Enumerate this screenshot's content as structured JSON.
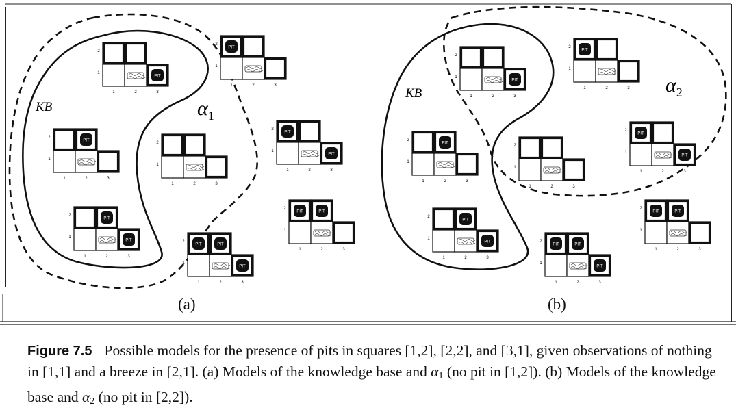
{
  "panels": [
    {
      "label": "(a)",
      "kb_label": "KB",
      "alpha_symbol": "α",
      "alpha_sub": "1"
    },
    {
      "label": "(b)",
      "kb_label": "KB",
      "alpha_symbol": "α",
      "alpha_sub": "2"
    }
  ],
  "grid": {
    "row_labels": [
      "2",
      "1"
    ],
    "col_labels": [
      "1",
      "2",
      "3"
    ],
    "pit_text": "PIT",
    "breeze_text": "BREEZE"
  },
  "models": [
    {
      "pits": [
        false,
        false,
        true
      ]
    },
    {
      "pits": [
        true,
        false,
        false
      ]
    },
    {
      "pits": [
        false,
        true,
        false
      ]
    },
    {
      "pits": [
        false,
        false,
        false
      ]
    },
    {
      "pits": [
        false,
        true,
        true
      ]
    },
    {
      "pits": [
        true,
        false,
        true
      ]
    },
    {
      "pits": [
        true,
        true,
        false
      ]
    },
    {
      "pits": [
        true,
        true,
        true
      ]
    }
  ],
  "caption": {
    "figure_label": "Figure 7.5",
    "text_1": "Possible models for the presence of pits in squares [1,2], [2,2], and [3,1], given observations of nothing in [1,1] and a breeze in [2,1]. (a) Models of the knowledge base and ",
    "alpha1_symbol": "α",
    "alpha1_sub": "1",
    "text_2": " (no pit in [1,2]). (b) Models of the knowledge base and ",
    "alpha2_symbol": "α",
    "alpha2_sub": "2",
    "text_3": " (no pit in [2,2])."
  }
}
